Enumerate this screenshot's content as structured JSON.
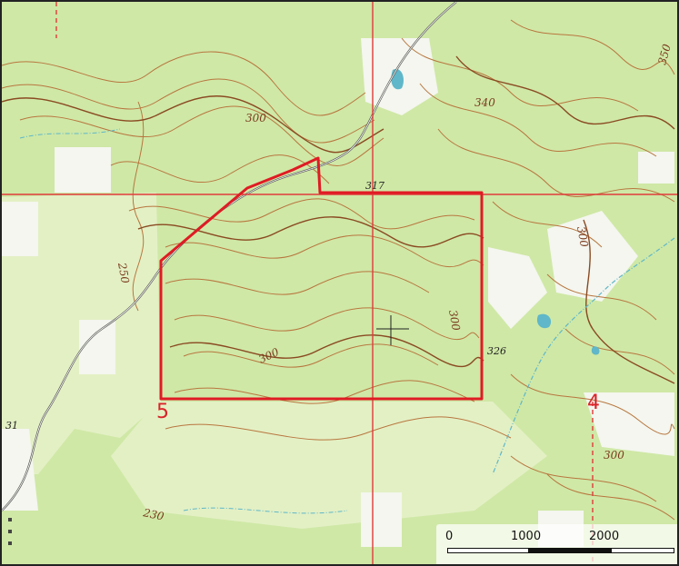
{
  "map": {
    "title": "",
    "colors": {
      "vegetation": "#cfe8a6",
      "vegetation_light": "#e3f0c4",
      "open_land": "#f4f6ef",
      "contour": "#b8763f",
      "contour_index": "#8a4a22",
      "water": "#5fb7c9",
      "section_line": "#e03a3a",
      "boundary": "#e01b24",
      "road": "#555555"
    },
    "elevation_labels": [
      "300",
      "340",
      "350",
      "317",
      "300",
      "250",
      "300",
      "300",
      "326",
      "300",
      "230",
      "31"
    ],
    "section_numbers": [
      "5",
      "4"
    ],
    "scale": {
      "ticks": [
        "0",
        "1000",
        "2000"
      ]
    }
  }
}
